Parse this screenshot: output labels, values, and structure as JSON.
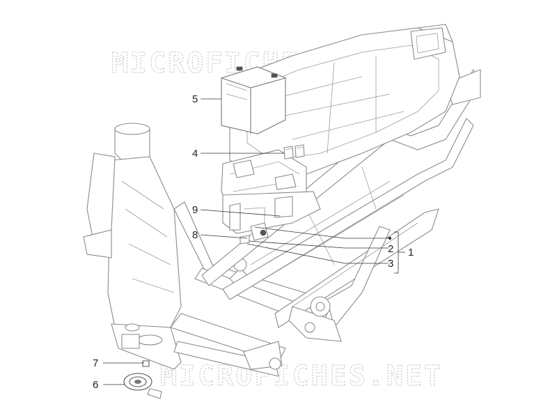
{
  "watermarks": {
    "top": "MICROFICHES.NET",
    "bottom": "MICROFICHES.NET"
  },
  "callouts": {
    "c1": "1",
    "c2": "2",
    "c3": "3",
    "c4": "4",
    "c5": "5",
    "c6": "6",
    "c7": "7",
    "c8": "8",
    "c9": "9"
  }
}
